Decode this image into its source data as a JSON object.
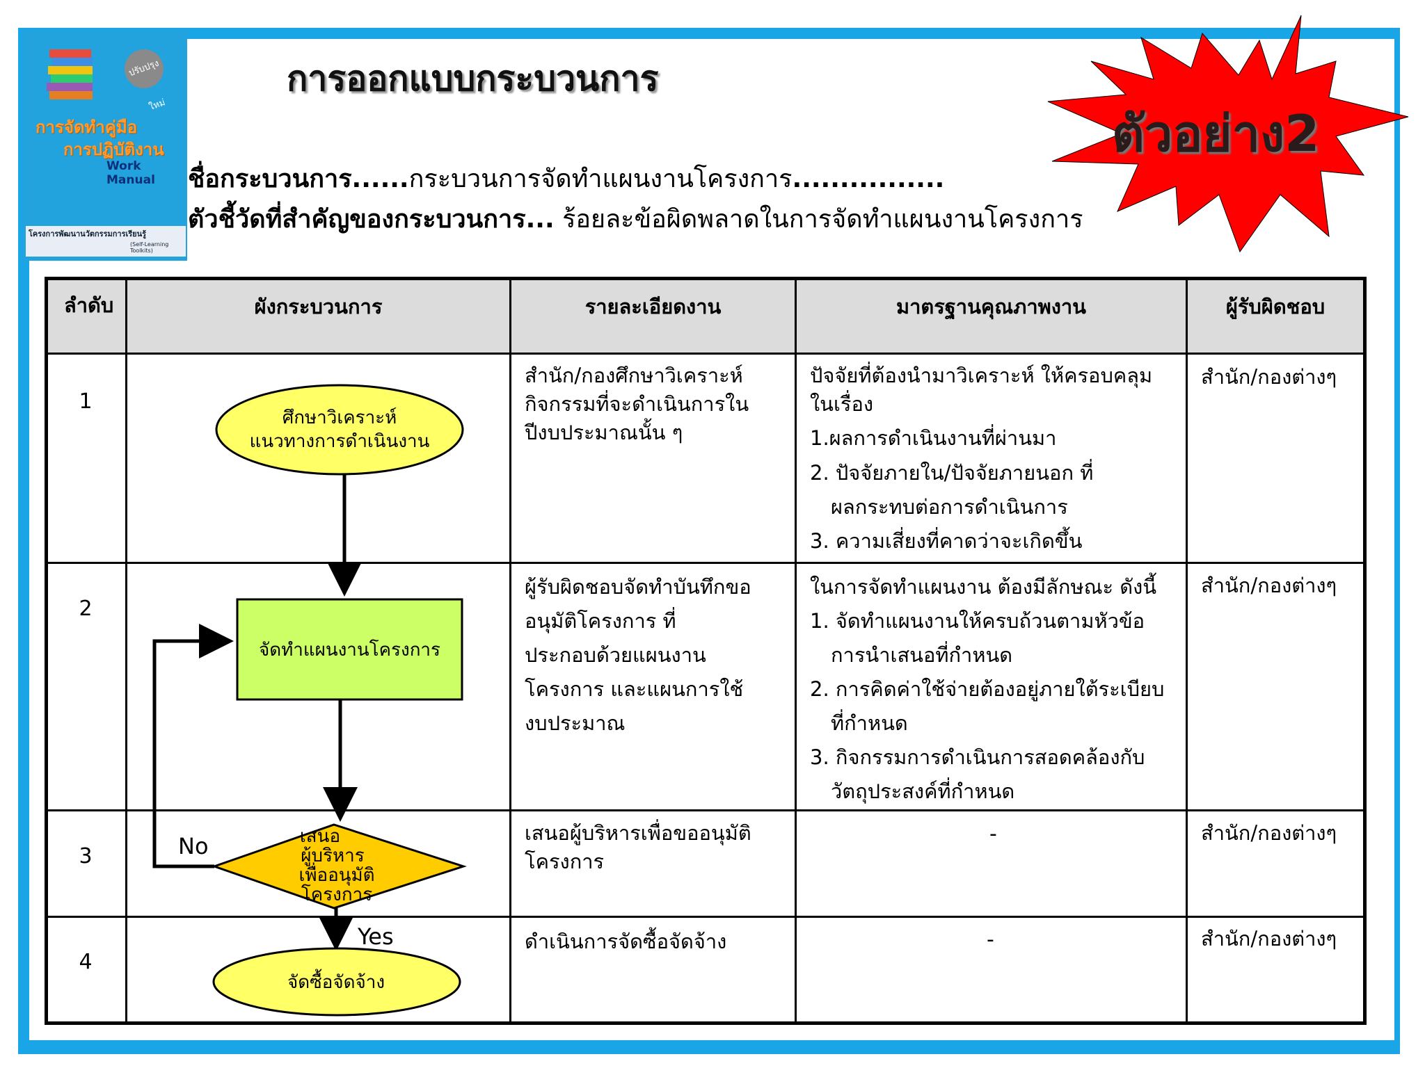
{
  "title": "การออกแบบกระบวนการ",
  "badge": "ตัวอย่าง2",
  "cover": {
    "seal": "ปรับปรุงใหม่",
    "title1": "การจัดทำคู่มือ",
    "title2": "การปฏิบัติงาน",
    "work_manual": "Work Manual",
    "org": "โครงการพัฒนานวัตกรรมการเรียนรู้",
    "series": "(Self-Learning Toolkits)"
  },
  "process": {
    "name_label": "ชื่อกระบวนการ......",
    "name_value": "กระบวนการจัดทำแผนงานโครงการ",
    "name_trail": "................",
    "kpi_label": "ตัวชี้วัดที่สำคัญของกระบวนการ...",
    "kpi_value": " ร้อยละข้อผิดพลาดในการจัดทำแผนงานโครงการ"
  },
  "table": {
    "headers": {
      "step": "ลำดับ",
      "flow": "ผังกระบวนการ",
      "detail": "รายละเอียดงาน",
      "standard": "มาตรฐานคุณภาพงาน",
      "owner": "ผู้รับผิดชอบ"
    },
    "rows": [
      {
        "step": "1",
        "detail": [
          "สำนัก/กองศึกษาวิเคราะห์",
          "กิจกรรมที่จะดำเนินการใน",
          "ปีงบประมาณนั้น ๆ"
        ],
        "standard": [
          "ปัจจัยที่ต้องนำมาวิเคราะห์ ให้ครอบคลุม",
          "ในเรื่อง",
          "1.ผลการดำเนินงานที่ผ่านมา",
          "2. ปัจจัยภายใน/ปัจจัยภายนอก ที่",
          "ผลกระทบต่อการดำเนินการ",
          "3. ความเสี่ยงที่คาดว่าจะเกิดขึ้น"
        ],
        "owner": "สำนัก/กองต่างๆ"
      },
      {
        "step": "2",
        "detail": [
          "ผู้รับผิดชอบจัดทำบันทึกขอ",
          "อนุมัติโครงการ ที่",
          "ประกอบด้วยแผนงาน",
          "โครงการ และแผนการใช้",
          "งบประมาณ"
        ],
        "standard": [
          "ในการจัดทำแผนงาน ต้องมีลักษณะ ดังนี้",
          "1. จัดทำแผนงานให้ครบถ้วนตามหัวข้อ",
          "การนำเสนอที่กำหนด",
          "2. การคิดค่าใช้จ่ายต้องอยู่ภายใต้ระเบียบ",
          "ที่กำหนด",
          "3. กิจกรรมการดำเนินการสอดคล้องกับ",
          "วัตถุประสงค์ที่กำหนด"
        ],
        "owner": "สำนัก/กองต่างๆ"
      },
      {
        "step": "3",
        "detail": [
          "เสนอผู้บริหารเพื่อขออนุมัติ",
          "โครงการ"
        ],
        "standard": "-",
        "owner": "สำนัก/กองต่างๆ"
      },
      {
        "step": "4",
        "detail": [
          "ดำเนินการจัดซื้อจัดจ้าง"
        ],
        "standard": "-",
        "owner": "สำนัก/กองต่างๆ"
      }
    ]
  },
  "flowchart": {
    "start": [
      "ศึกษาวิเคราะห์",
      "แนวทางการดำเนินงาน"
    ],
    "process": "จัดทำแผนงานโครงการ",
    "decision": [
      "เสนอ",
      "ผู้บริหาร",
      "เพื่ออนุมัติ",
      "โครงการ"
    ],
    "end": "จัดซื้อจัดจ้าง",
    "no_label": "No",
    "yes_label": "Yes",
    "colors": {
      "terminator": "#ffff66",
      "process": "#ccff66",
      "decision": "#ffcc00",
      "badge_burst": "#ff0000",
      "frame": "#1aa6e6"
    }
  }
}
